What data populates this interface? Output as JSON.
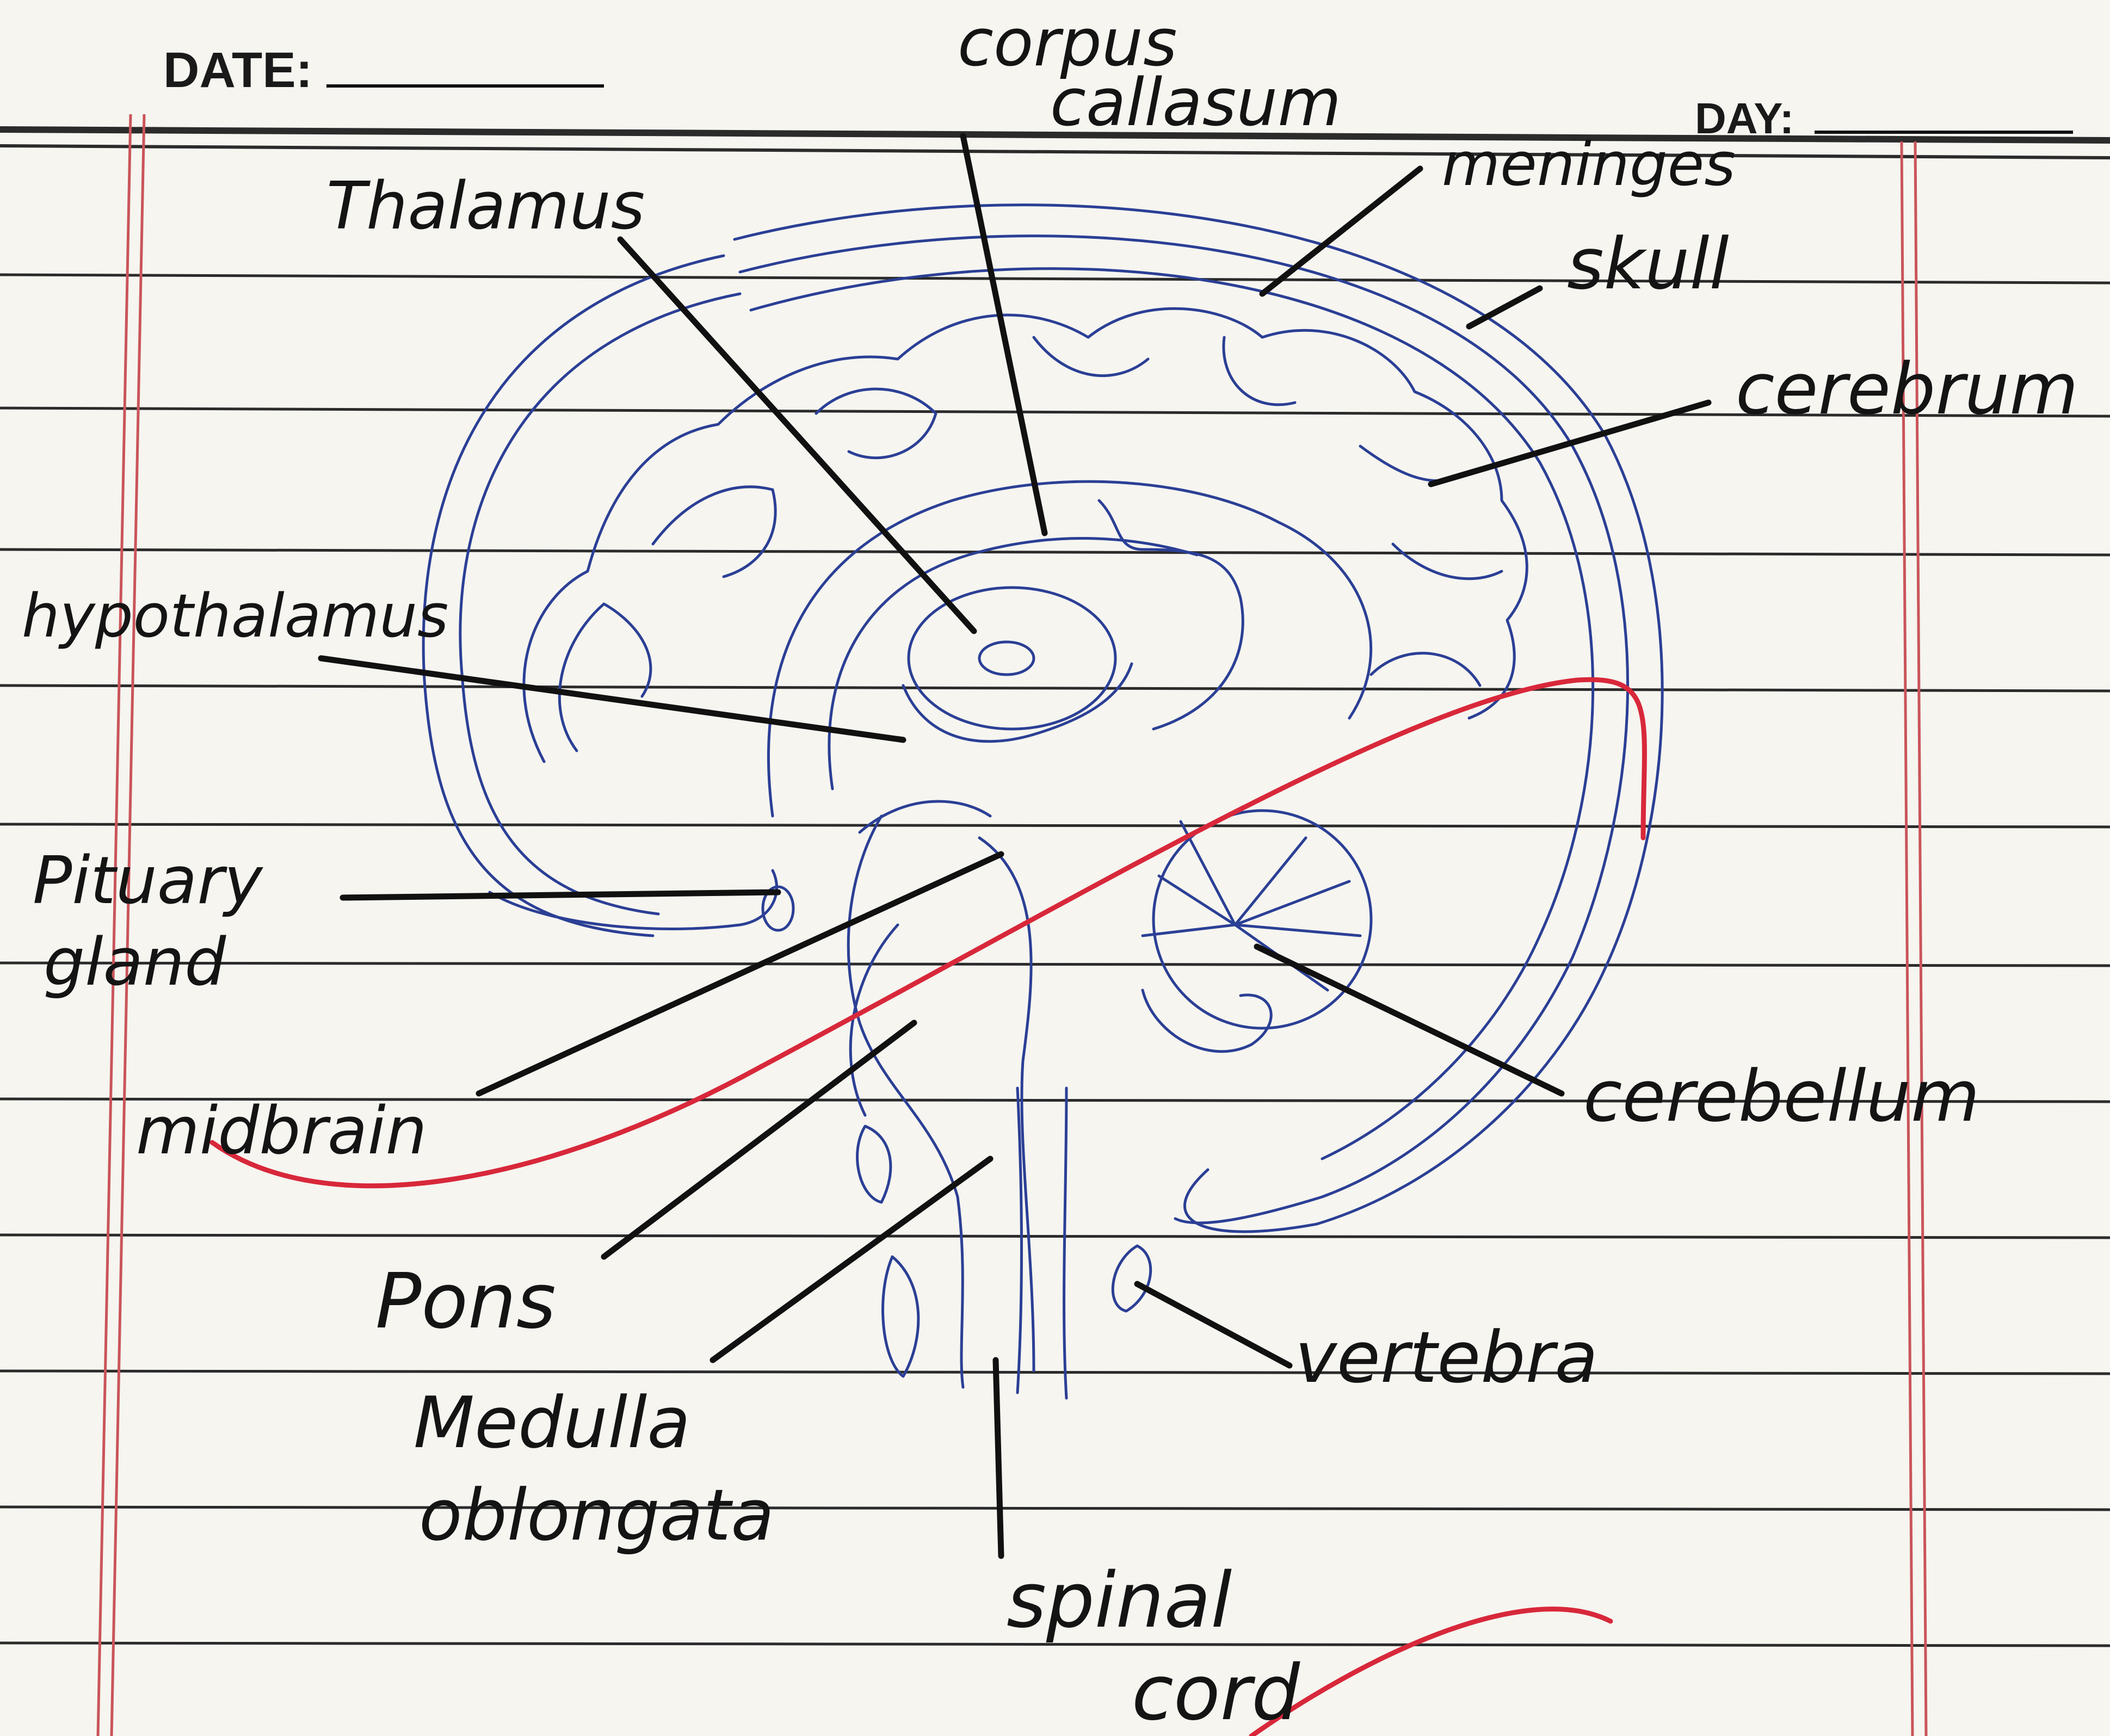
{
  "header": {
    "date_label": "DATE:",
    "day_label": "DAY:"
  },
  "labels": {
    "corpus_callosum_1": "corpus",
    "corpus_callosum_2": "callasum",
    "thalamus": "Thalamus",
    "meninges": "meninges",
    "skull": "skull",
    "cerebrum": "cerebrum",
    "hypothalamus": "hypothalamus",
    "pituitary_1": "Pituary",
    "pituitary_2": "gland",
    "midbrain": "midbrain",
    "cerebellum": "cerebellum",
    "pons": "Pons",
    "vertebra": "vertebra",
    "medulla_1": "Medulla",
    "medulla_2": "oblongata",
    "spinal_cord_1": "spinal",
    "spinal_cord_2": "cord"
  },
  "colors": {
    "paper": "#f6f5f0",
    "ruling": "#2b2b2b",
    "margin": "#c9555a",
    "pencil_drawing": "#2b3f95",
    "ink": "#111111",
    "red_mark": "#d8283a"
  }
}
